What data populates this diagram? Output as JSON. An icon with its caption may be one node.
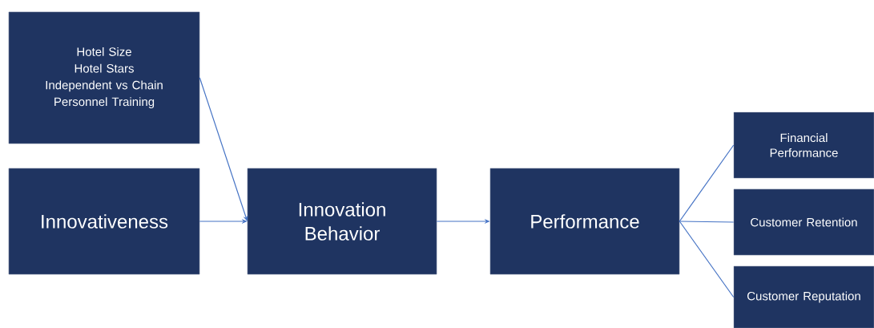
{
  "diagram": {
    "nodes": [
      {
        "text": [
          "Hotel Size",
          "Hotel Stars",
          "Independent vs Chain",
          "Personnel Training"
        ]
      },
      {
        "text": [
          "Innovativeness"
        ]
      },
      {
        "text": [
          "Innovation Behavior"
        ]
      },
      {
        "text": [
          "Performance"
        ]
      },
      {
        "text": [
          "Financial Performance"
        ]
      },
      {
        "text": [
          "Customer Retention"
        ]
      },
      {
        "text": [
          "Customer Reputation"
        ]
      }
    ],
    "edges": [
      {
        "from": 0,
        "to": 2,
        "arrow": "to"
      },
      {
        "from": 1,
        "to": 2,
        "arrow": "to"
      },
      {
        "from": 2,
        "to": 3,
        "arrow": "to"
      },
      {
        "from": 3,
        "to": 4,
        "arrow": "none"
      },
      {
        "from": 3,
        "to": 5,
        "arrow": "none"
      },
      {
        "from": 3,
        "to": 6,
        "arrow": "none"
      }
    ]
  }
}
